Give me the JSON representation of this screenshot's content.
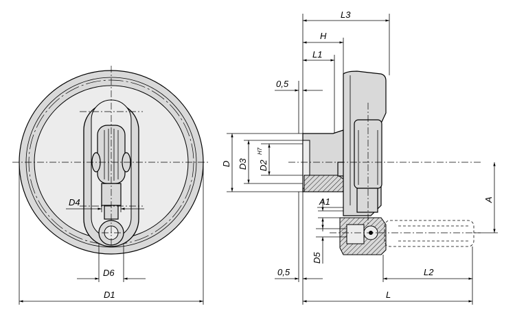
{
  "labels": {
    "front": {
      "d4": "D4",
      "d6": "D6",
      "d1": "D1"
    },
    "side": {
      "l3": "L3",
      "h": "H",
      "l1": "L1",
      "gap_top": "0,5",
      "d": "D",
      "d3": "D3",
      "d2": "D2",
      "d2_tol": "H7",
      "a": "A",
      "a1": "A1",
      "d5": "D5",
      "gap_bottom": "0,5",
      "l2": "L2",
      "l": "L"
    }
  },
  "colors": {
    "part_fill": "#d9d9d9",
    "line": "#000000",
    "background": "#ffffff"
  }
}
